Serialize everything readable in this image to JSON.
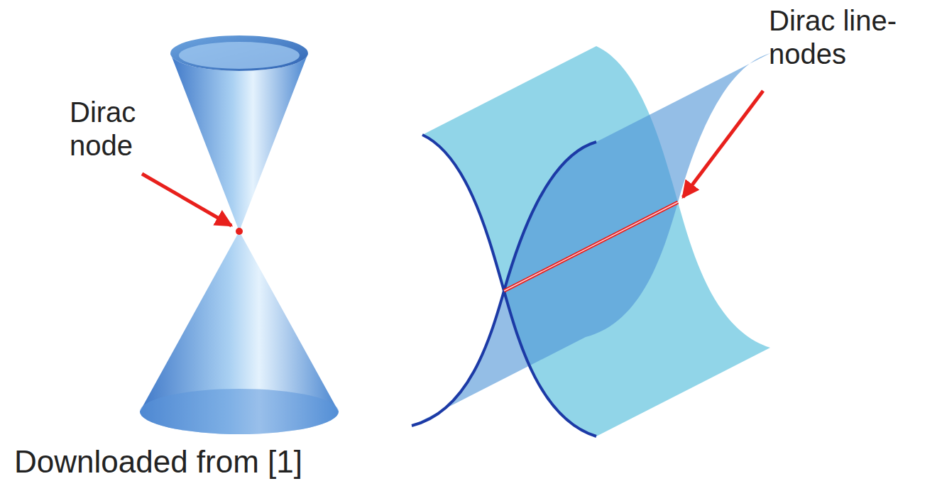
{
  "diagram": {
    "labels": [
      "Dirac node",
      "Dirac line-nodes",
      "Downloaded from [1]"
    ]
  }
}
